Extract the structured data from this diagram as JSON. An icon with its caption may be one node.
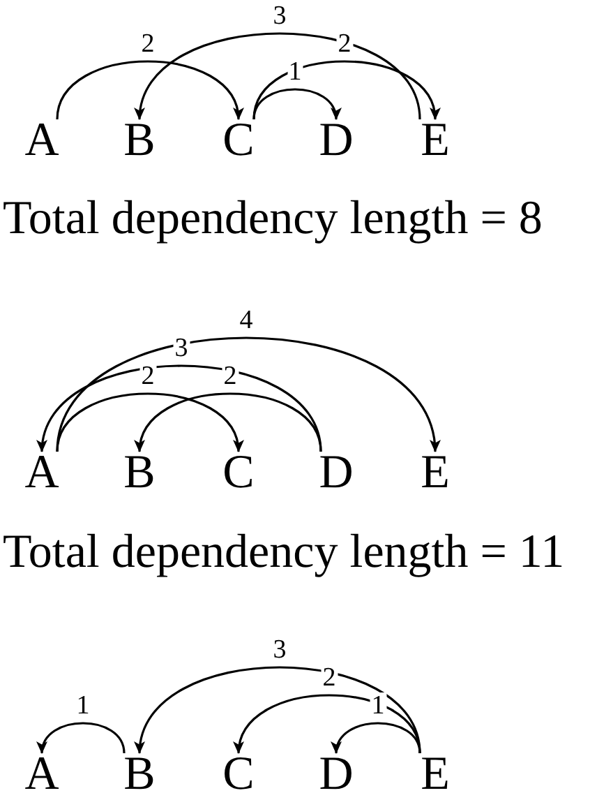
{
  "diagram": {
    "nodes": [
      {
        "text": [
          "A"
        ]
      },
      {
        "text": [
          "B"
        ]
      },
      {
        "text": [
          "C"
        ]
      },
      {
        "text": [
          "D"
        ]
      },
      {
        "text": [
          "E"
        ]
      },
      {
        "text": [
          "A"
        ]
      },
      {
        "text": [
          "B"
        ]
      },
      {
        "text": [
          "C"
        ]
      },
      {
        "text": [
          "D"
        ]
      },
      {
        "text": [
          "E"
        ]
      },
      {
        "text": [
          "A"
        ]
      },
      {
        "text": [
          "B"
        ]
      },
      {
        "text": [
          "C"
        ]
      },
      {
        "text": [
          "D"
        ]
      },
      {
        "text": [
          "E"
        ]
      }
    ],
    "edges": [
      {
        "from": 0,
        "to": 2,
        "arrow": "to",
        "label": "2"
      },
      {
        "from": 4,
        "to": 1,
        "arrow": "to",
        "label": "3"
      },
      {
        "from": 2,
        "to": 4,
        "arrow": "to",
        "label": "2"
      },
      {
        "from": 2,
        "to": 3,
        "arrow": "to",
        "label": "1"
      },
      {
        "from": 5,
        "to": 9,
        "arrow": "to",
        "label": "4"
      },
      {
        "from": 8,
        "to": 5,
        "arrow": "to",
        "label": "3"
      },
      {
        "from": 5,
        "to": 7,
        "arrow": "to",
        "label": "2"
      },
      {
        "from": 8,
        "to": 6,
        "arrow": "to",
        "label": "2"
      },
      {
        "from": 11,
        "to": 10,
        "arrow": "to",
        "label": "1"
      },
      {
        "from": 14,
        "to": 11,
        "arrow": "to",
        "label": "3"
      },
      {
        "from": 14,
        "to": 12,
        "arrow": "to",
        "label": "2"
      },
      {
        "from": 14,
        "to": 13,
        "arrow": "to",
        "label": "1"
      }
    ],
    "labels": [
      "Total dependency length = 8",
      "Total dependency length = 11"
    ]
  }
}
